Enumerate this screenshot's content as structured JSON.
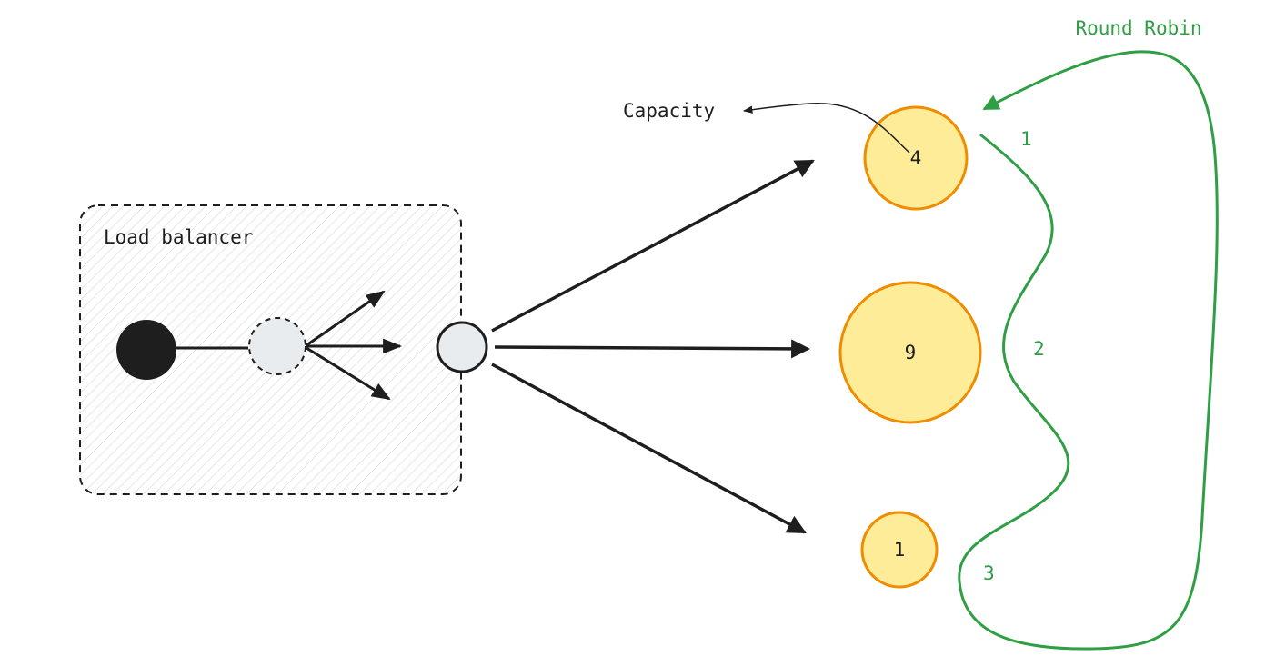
{
  "load_balancer": {
    "label": "Load balancer"
  },
  "annotation": {
    "capacity_label": "Capacity"
  },
  "servers": [
    {
      "capacity": "4"
    },
    {
      "capacity": "9"
    },
    {
      "capacity": "1"
    }
  ],
  "round_robin": {
    "title": "Round Robin",
    "steps": [
      "1",
      "2",
      "3"
    ]
  },
  "colors": {
    "ink": "#1e1e1e",
    "node_fill": "#e9ecef",
    "server_fill": "#ffec99",
    "server_stroke": "#f08c00",
    "round_robin": "#2f9e44"
  }
}
